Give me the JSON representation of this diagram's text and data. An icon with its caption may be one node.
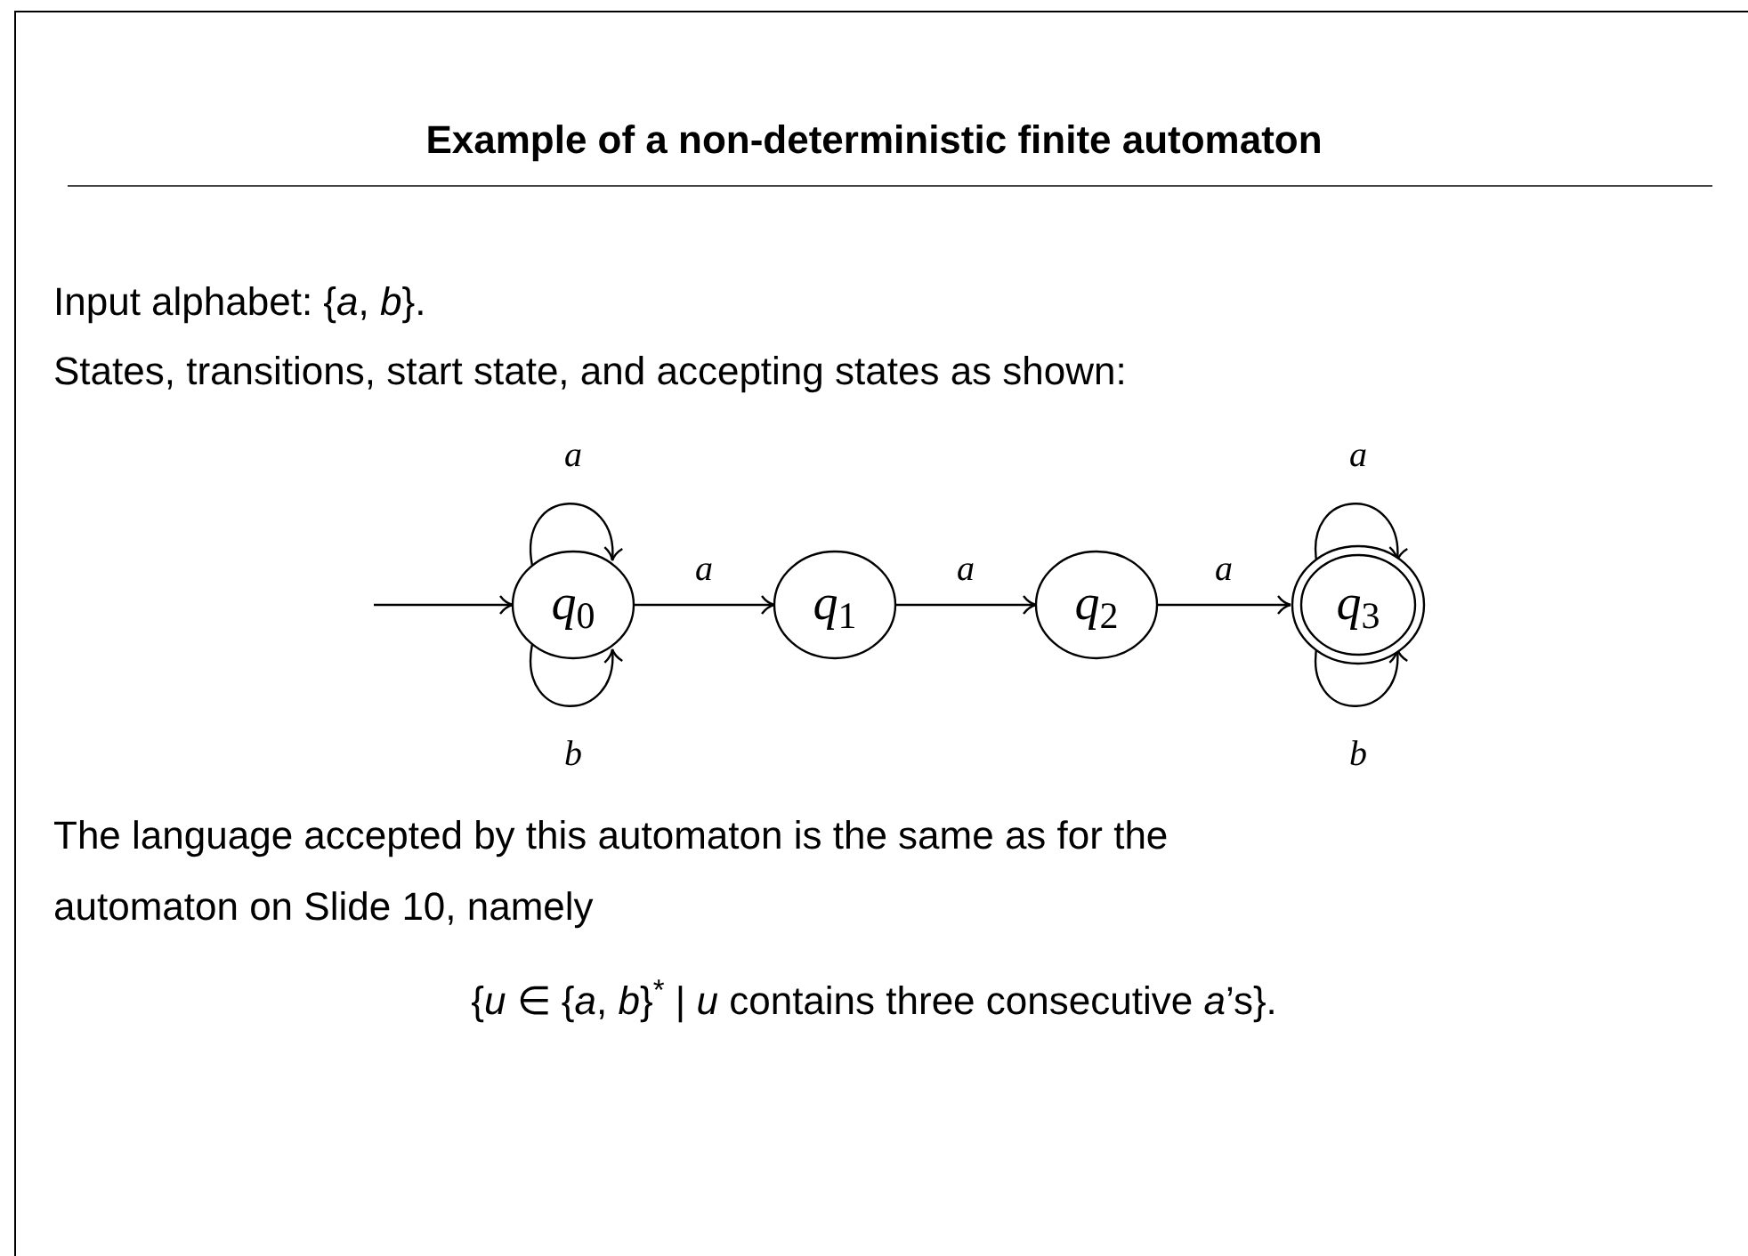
{
  "diagram": {
    "title": "Example of a non-deterministic finite automaton",
    "nodes": [
      {
        "text": [
          "*q*$_{0}$"
        ]
      },
      {
        "text": [
          "*q*$_{1}$"
        ]
      },
      {
        "text": [
          "*q*$_{2}$"
        ]
      },
      {
        "text": [
          "*q*$_{3}$"
        ]
      }
    ],
    "edges": [
      {
        "from": null,
        "to": 0,
        "arrow": "to"
      },
      {
        "from": 0,
        "to": 0,
        "label": "a",
        "arrow": "to"
      },
      {
        "from": 0,
        "to": 0,
        "label": "b",
        "arrow": "to"
      },
      {
        "from": 0,
        "to": 1,
        "label": "a",
        "arrow": "to"
      },
      {
        "from": 1,
        "to": 2,
        "label": "a",
        "arrow": "to"
      },
      {
        "from": 2,
        "to": 3,
        "label": "a",
        "arrow": "to"
      },
      {
        "from": 3,
        "to": 3,
        "label": "a",
        "arrow": "to"
      },
      {
        "from": 3,
        "to": 3,
        "label": "b",
        "arrow": "to"
      }
    ],
    "labels": [
      "Input alphabet: {*a*, *b*}.",
      "States, transitions, start state, and accepting states as shown:",
      "The language accepted by this automaton is the same as for the automaton on Slide 10, namely",
      "{*u* ∈ {*a*, *b*}$^{*}$ | *u* contains three consecutive *a*’s}."
    ]
  }
}
